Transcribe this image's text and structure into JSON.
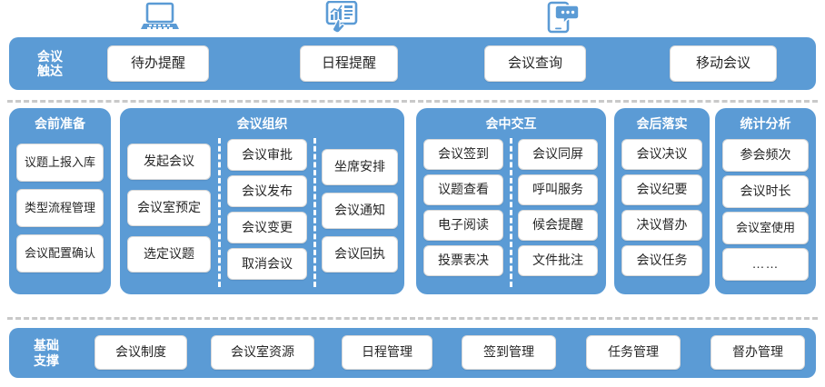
{
  "theme": {
    "blue": "#5b9bd5",
    "chip_bg": "#ffffff",
    "chip_border": "#d9d9d9",
    "dash_gray": "#c9c9c9",
    "text": "#262626"
  },
  "icons": [
    {
      "name": "laptop-icon",
      "label": "laptop"
    },
    {
      "name": "tablet-dashboard-touch-icon",
      "label": "tablet-dashboard-touch"
    },
    {
      "name": "smartphone-chat-icon",
      "label": "smartphone-chat"
    }
  ],
  "reach_bar": {
    "label_line1": "会议",
    "label_line2": "触达",
    "items": [
      {
        "label": "待办提醒"
      },
      {
        "label": "日程提醒"
      },
      {
        "label": "会议查询"
      },
      {
        "label": "移动会议"
      }
    ]
  },
  "panels": [
    {
      "title": "会前准备",
      "columns": [
        {
          "items": [
            {
              "label": "议题上报入库"
            },
            {
              "label": "类型流程管理"
            },
            {
              "label": "会议配置确认"
            }
          ]
        }
      ]
    },
    {
      "title": "会议组织",
      "columns": [
        {
          "items": [
            {
              "label": "发起会议"
            },
            {
              "label": "会议室预定"
            },
            {
              "label": "选定议题"
            }
          ]
        },
        {
          "items": [
            {
              "label": "会议审批"
            },
            {
              "label": "会议发布"
            },
            {
              "label": "会议变更"
            },
            {
              "label": "取消会议"
            }
          ]
        },
        {
          "items": [
            {
              "label": "坐席安排"
            },
            {
              "label": "会议通知"
            },
            {
              "label": "会议回执"
            }
          ]
        }
      ]
    },
    {
      "title": "会中交互",
      "columns": [
        {
          "items": [
            {
              "label": "会议签到"
            },
            {
              "label": "议题查看"
            },
            {
              "label": "电子阅读"
            },
            {
              "label": "投票表决"
            }
          ]
        },
        {
          "items": [
            {
              "label": "会议同屏"
            },
            {
              "label": "呼叫服务"
            },
            {
              "label": "候会提醒"
            },
            {
              "label": "文件批注"
            }
          ]
        }
      ]
    },
    {
      "title": "会后落实",
      "columns": [
        {
          "items": [
            {
              "label": "会议决议"
            },
            {
              "label": "会议纪要"
            },
            {
              "label": "决议督办"
            },
            {
              "label": "会议任务"
            }
          ]
        }
      ]
    },
    {
      "title": "统计分析",
      "columns": [
        {
          "items": [
            {
              "label": "参会频次"
            },
            {
              "label": "会议时长"
            },
            {
              "label": "会议室使用"
            },
            {
              "label": "……"
            }
          ]
        }
      ]
    }
  ],
  "support_bar": {
    "label_line1": "基础",
    "label_line2": "支撑",
    "items": [
      {
        "label": "会议制度"
      },
      {
        "label": "会议室资源"
      },
      {
        "label": "日程管理"
      },
      {
        "label": "签到管理"
      },
      {
        "label": "任务管理"
      },
      {
        "label": "督办管理"
      }
    ]
  }
}
